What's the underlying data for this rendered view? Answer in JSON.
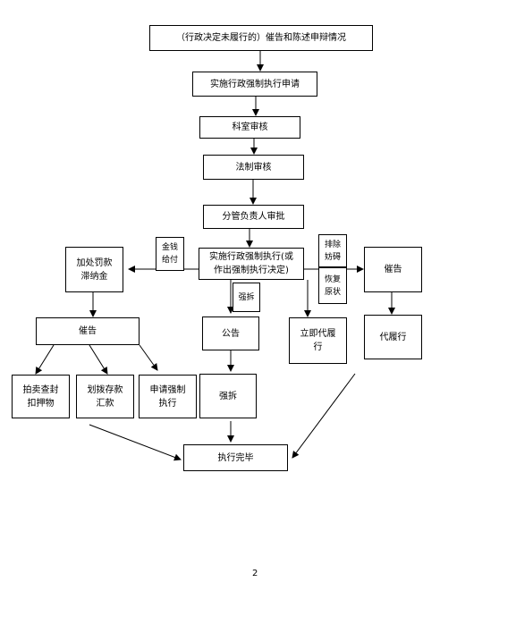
{
  "nodes": {
    "n1": "（行政决定未履行的）催告和陈述申辩情况",
    "n2": "实施行政强制执行申请",
    "n3": "科室审核",
    "n4": "法制审核",
    "n5": "分管负责人审批",
    "n6_line1": "实施行政强制执行(或",
    "n6_line2": "作出强制执行决定)",
    "side_left_line1": "金钱",
    "side_left_line2": "给付",
    "side_right1_line1": "排除",
    "side_right1_line2": "妨碍",
    "side_right2_line1": "恢复",
    "side_right2_line2": "原状",
    "demolish_label": "强拆",
    "penalty_line1": "加处罚款",
    "penalty_line2": "滞纳金",
    "urge_left": "催告",
    "urge_right": "催告",
    "auction_line1": "拍卖查封",
    "auction_line2": "扣押物",
    "transfer_line1": "划拨存款",
    "transfer_line2": "汇款",
    "apply_line1": "申请强制",
    "apply_line2": "执行",
    "announce": "公告",
    "demolish": "强拆",
    "immediate_line1": "立即代履",
    "immediate_line2": "行",
    "substitute": "代履行",
    "finish": "执行完毕"
  },
  "page_number": "2"
}
